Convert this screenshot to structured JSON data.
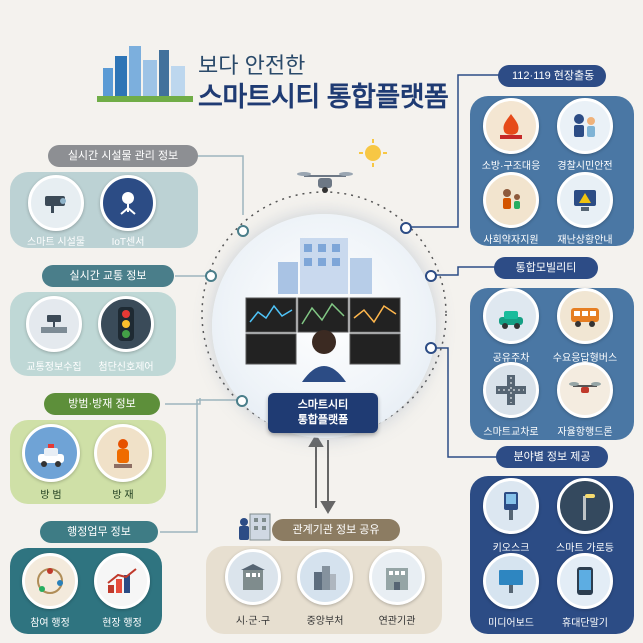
{
  "title": {
    "subtitle": "보다 안전한",
    "main": "스마트시티 통합플랫폼"
  },
  "center": {
    "label_line1": "스마트시티",
    "label_line2": "통합플랫폼"
  },
  "left": {
    "facility": {
      "heading": "실시간 시설물 관리 정보",
      "items": [
        "스마트 시설물",
        "IoT센서"
      ]
    },
    "traffic": {
      "heading": "실시간 교통 정보",
      "items": [
        "교통정보수집",
        "첨단신호제어"
      ]
    },
    "safety": {
      "heading": "방범·방재 정보",
      "items": [
        "방 범",
        "방 재"
      ]
    },
    "admin": {
      "heading": "행정업무 정보",
      "items": [
        "참여 행정",
        "현장 행정"
      ]
    }
  },
  "right": {
    "emergency": {
      "heading": "112·119 현장출동",
      "items": [
        "소방·구조대응",
        "경찰시민안전",
        "사회약자지원",
        "재난상황안내"
      ]
    },
    "mobility": {
      "heading": "통합모빌리티",
      "items": [
        "공유주차",
        "수요응답형버스",
        "스마트교차로",
        "자율항행드론"
      ]
    },
    "field": {
      "heading": "분야별 정보 제공",
      "items": [
        "키오스크",
        "스마트 가로등",
        "미디어보드",
        "휴대단말기"
      ]
    }
  },
  "bottom": {
    "share": {
      "heading": "관계기관 정보 공유",
      "items": [
        "시·군·구",
        "중앙부처",
        "연관기관"
      ]
    }
  },
  "colors": {
    "navy": "#1f3b73",
    "teal": "#4a7e8a",
    "green": "#5d8f3a",
    "blue": "#4a77a4"
  }
}
